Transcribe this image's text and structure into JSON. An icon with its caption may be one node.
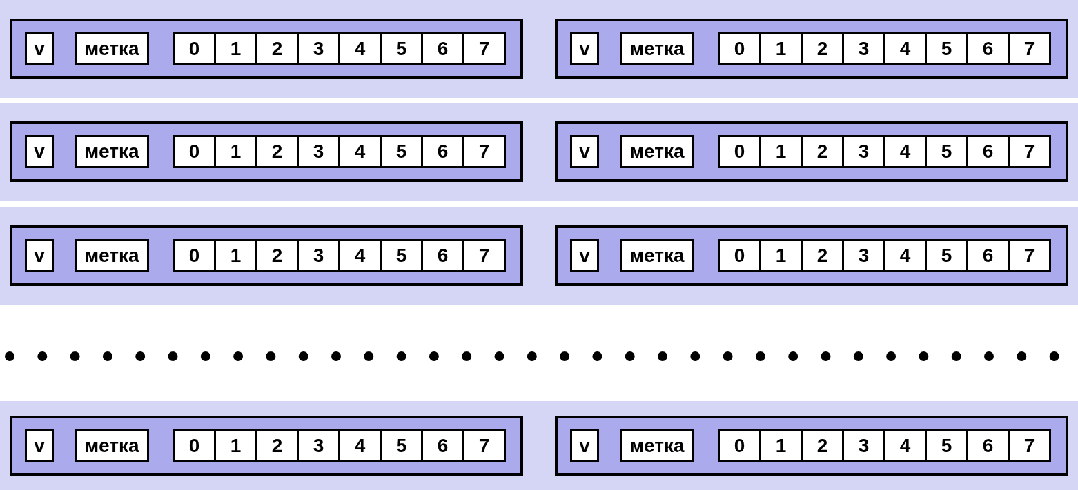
{
  "diagram": {
    "nodes": [
      {
        "text": [],
        "shape": "box"
      },
      {
        "text": [],
        "shape": "box",
        "in": 0
      },
      {
        "text": [
          "v"
        ],
        "in": 1
      },
      {
        "text": [
          "метка"
        ],
        "in": 1
      },
      {
        "text": [
          "0"
        ],
        "in": 1
      },
      {
        "text": [
          "1"
        ],
        "in": 1
      },
      {
        "text": [
          "2"
        ],
        "in": 1
      },
      {
        "text": [
          "3"
        ],
        "in": 1
      },
      {
        "text": [
          "4"
        ],
        "in": 1
      },
      {
        "text": [
          "5"
        ],
        "in": 1
      },
      {
        "text": [
          "6"
        ],
        "in": 1
      },
      {
        "text": [
          "7"
        ],
        "in": 1
      },
      {
        "text": [],
        "shape": "box",
        "in": 0
      },
      {
        "text": [
          "v"
        ],
        "in": 12
      },
      {
        "text": [
          "метка"
        ],
        "in": 12
      },
      {
        "text": [
          "0"
        ],
        "in": 12
      },
      {
        "text": [
          "1"
        ],
        "in": 12
      },
      {
        "text": [
          "2"
        ],
        "in": 12
      },
      {
        "text": [
          "3"
        ],
        "in": 12
      },
      {
        "text": [
          "4"
        ],
        "in": 12
      },
      {
        "text": [
          "5"
        ],
        "in": 12
      },
      {
        "text": [
          "6"
        ],
        "in": 12
      },
      {
        "text": [
          "7"
        ],
        "in": 12
      },
      {
        "text": [],
        "shape": "box"
      },
      {
        "text": [],
        "shape": "box",
        "in": 23
      },
      {
        "text": [
          "v"
        ],
        "in": 24
      },
      {
        "text": [
          "метка"
        ],
        "in": 24
      },
      {
        "text": [
          "0"
        ],
        "in": 24
      },
      {
        "text": [
          "1"
        ],
        "in": 24
      },
      {
        "text": [
          "2"
        ],
        "in": 24
      },
      {
        "text": [
          "3"
        ],
        "in": 24
      },
      {
        "text": [
          "4"
        ],
        "in": 24
      },
      {
        "text": [
          "5"
        ],
        "in": 24
      },
      {
        "text": [
          "6"
        ],
        "in": 24
      },
      {
        "text": [
          "7"
        ],
        "in": 24
      },
      {
        "text": [],
        "shape": "box",
        "in": 23
      },
      {
        "text": [
          "v"
        ],
        "in": 35
      },
      {
        "text": [
          "метка"
        ],
        "in": 35
      },
      {
        "text": [
          "0"
        ],
        "in": 35
      },
      {
        "text": [
          "1"
        ],
        "in": 35
      },
      {
        "text": [
          "2"
        ],
        "in": 35
      },
      {
        "text": [
          "3"
        ],
        "in": 35
      },
      {
        "text": [
          "4"
        ],
        "in": 35
      },
      {
        "text": [
          "5"
        ],
        "in": 35
      },
      {
        "text": [
          "6"
        ],
        "in": 35
      },
      {
        "text": [
          "7"
        ],
        "in": 35
      },
      {
        "text": [],
        "shape": "box"
      },
      {
        "text": [],
        "shape": "box",
        "in": 46
      },
      {
        "text": [
          "v"
        ],
        "in": 47
      },
      {
        "text": [
          "метка"
        ],
        "in": 47
      },
      {
        "text": [
          "0"
        ],
        "in": 47
      },
      {
        "text": [
          "1"
        ],
        "in": 47
      },
      {
        "text": [
          "2"
        ],
        "in": 47
      },
      {
        "text": [
          "3"
        ],
        "in": 47
      },
      {
        "text": [
          "4"
        ],
        "in": 47
      },
      {
        "text": [
          "5"
        ],
        "in": 47
      },
      {
        "text": [
          "6"
        ],
        "in": 47
      },
      {
        "text": [
          "7"
        ],
        "in": 47
      },
      {
        "text": [],
        "shape": "box",
        "in": 46
      },
      {
        "text": [
          "v"
        ],
        "in": 58
      },
      {
        "text": [
          "метка"
        ],
        "in": 58
      },
      {
        "text": [
          "0"
        ],
        "in": 58
      },
      {
        "text": [
          "1"
        ],
        "in": 58
      },
      {
        "text": [
          "2"
        ],
        "in": 58
      },
      {
        "text": [
          "3"
        ],
        "in": 58
      },
      {
        "text": [
          "4"
        ],
        "in": 58
      },
      {
        "text": [
          "5"
        ],
        "in": 58
      },
      {
        "text": [
          "6"
        ],
        "in": 58
      },
      {
        "text": [
          "7"
        ],
        "in": 58
      },
      {
        "text": [],
        "shape": "box"
      },
      {
        "text": [],
        "shape": "box",
        "in": 69
      },
      {
        "text": [
          "v"
        ],
        "in": 70
      },
      {
        "text": [
          "метка"
        ],
        "in": 70
      },
      {
        "text": [
          "0"
        ],
        "in": 70
      },
      {
        "text": [
          "1"
        ],
        "in": 70
      },
      {
        "text": [
          "2"
        ],
        "in": 70
      },
      {
        "text": [
          "3"
        ],
        "in": 70
      },
      {
        "text": [
          "4"
        ],
        "in": 70
      },
      {
        "text": [
          "5"
        ],
        "in": 70
      },
      {
        "text": [
          "6"
        ],
        "in": 70
      },
      {
        "text": [
          "7"
        ],
        "in": 70
      },
      {
        "text": [],
        "shape": "box",
        "in": 69
      },
      {
        "text": [
          "v"
        ],
        "in": 81
      },
      {
        "text": [
          "метка"
        ],
        "in": 81
      },
      {
        "text": [
          "0"
        ],
        "in": 81
      },
      {
        "text": [
          "1"
        ],
        "in": 81
      },
      {
        "text": [
          "2"
        ],
        "in": 81
      },
      {
        "text": [
          "3"
        ],
        "in": 81
      },
      {
        "text": [
          "4"
        ],
        "in": 81
      },
      {
        "text": [
          "5"
        ],
        "in": 81
      },
      {
        "text": [
          "6"
        ],
        "in": 81
      },
      {
        "text": [
          "7"
        ],
        "in": 81
      }
    ]
  }
}
